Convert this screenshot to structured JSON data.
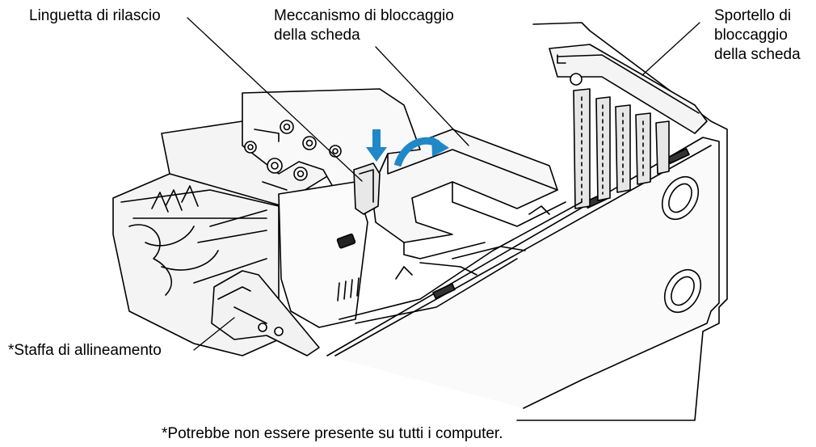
{
  "callouts": {
    "release_tab": "Linguetta di rilascio",
    "retention_mechanism": [
      "Meccanismo di bloccaggio",
      "della scheda"
    ],
    "retention_door": [
      "Sportello di",
      "bloccaggio",
      "della scheda"
    ],
    "alignment_bracket": "*Staffa di allineamento"
  },
  "footnote": "*Potrebbe non essere presente su tutti i computer.",
  "colors": {
    "arrow_blue": "#1e88c8",
    "line": "#000000",
    "panel_light": "#f4f4f4",
    "panel_shade": "#dcdcdc"
  },
  "icons": [
    "press-down-arrow-icon",
    "rotate-arrow-icon"
  ]
}
